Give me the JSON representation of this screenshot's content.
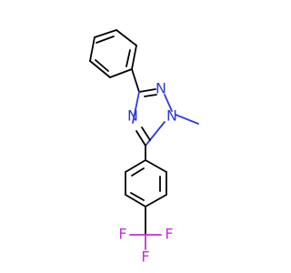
{
  "molecule": {
    "atoms": {
      "n1": "N",
      "n2": "N",
      "n4": "N",
      "f1": "F",
      "f2": "F",
      "f3": "F"
    },
    "colors": {
      "bond": "#000000",
      "nitrogen": "#2f3bd6",
      "fluorine": "#c22fd6"
    }
  }
}
